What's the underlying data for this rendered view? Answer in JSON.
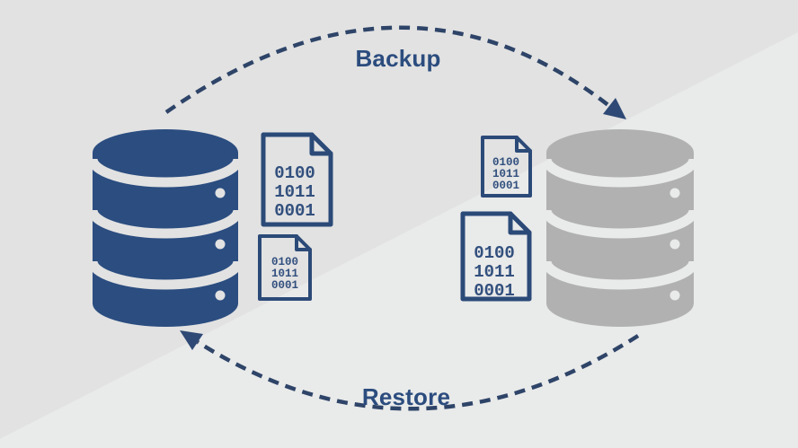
{
  "labels": {
    "backup": "Backup",
    "restore": "Restore"
  },
  "documents": {
    "binary_lines": [
      "0100",
      "1011",
      "0001"
    ]
  },
  "icons": {
    "left_database": "database-icon-blue",
    "right_database": "database-icon-gray",
    "binary_files": "binary-document-icon",
    "backup_arrow": "dashed-arc-arrow-right",
    "restore_arrow": "dashed-arc-arrow-left"
  },
  "colors": {
    "navy": "#2b4d80",
    "gray": "#b1b1b1",
    "dash_navy": "#2e4468",
    "label_text": "#2b4c7e",
    "background": "#e2e2e2",
    "background_light": "#e9eaea"
  }
}
